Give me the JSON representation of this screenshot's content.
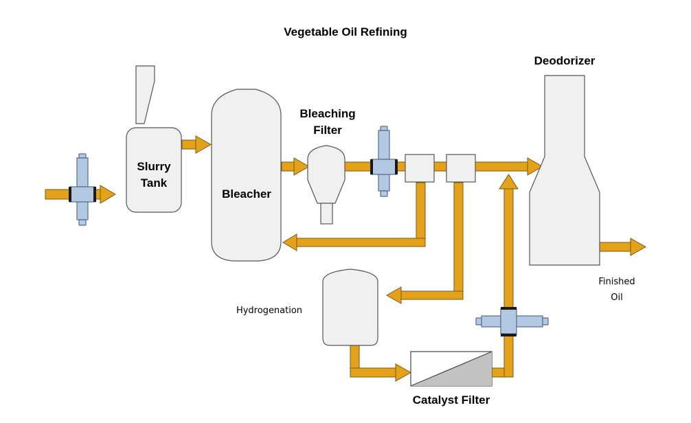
{
  "title": "Vegetable Oil Refining",
  "labels": {
    "slurry_tank_line1": "Slurry",
    "slurry_tank_line2": "Tank",
    "bleacher": "Bleacher",
    "bleaching_filter_line1": "Bleaching",
    "bleaching_filter_line2": "Filter",
    "deodorizer": "Deodorizer",
    "hydrogenation": "Hydrogenation",
    "catalyst_filter": "Catalyst Filter",
    "finished_oil_line1": "Finished",
    "finished_oil_line2": "Oil"
  },
  "colors": {
    "pipe": "#e3a21a",
    "vessel": "#f0f0f0",
    "valve": "#b3c8e2"
  }
}
